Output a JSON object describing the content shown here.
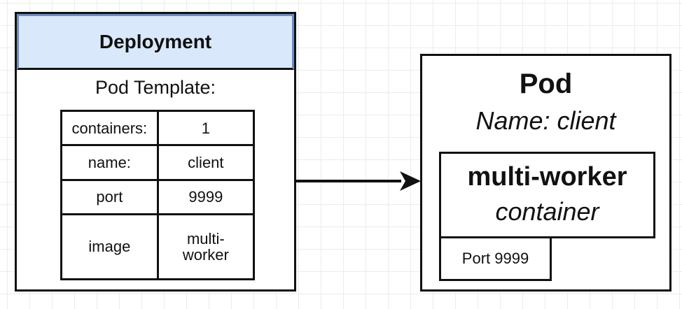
{
  "deployment": {
    "title": "Deployment",
    "pod_template_label": "Pod Template:",
    "rows": [
      {
        "key": "containers:",
        "value": "1"
      },
      {
        "key": "name:",
        "value": "client"
      },
      {
        "key": "port",
        "value": "9999"
      },
      {
        "key": "image",
        "value": "multi-\nworker"
      }
    ]
  },
  "pod": {
    "title": "Pod",
    "name": "Name: client",
    "container": {
      "name": "multi-worker",
      "type": "container"
    },
    "port": "Port 9999"
  },
  "colors": {
    "header_fill": "#dae8fc",
    "header_border": "#6c8ebf",
    "stroke": "#111111"
  }
}
